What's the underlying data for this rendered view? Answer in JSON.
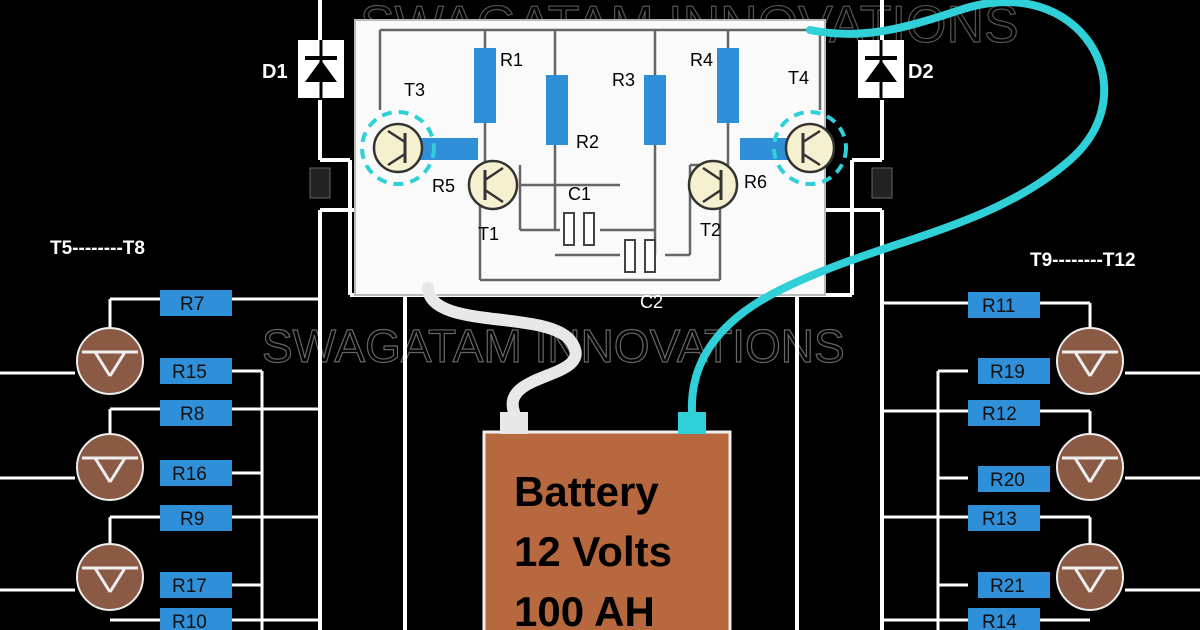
{
  "watermark_top": "SWAGATAM INNOVATIONS",
  "watermark_mid": "SWAGATAM INNOVATIONS",
  "diodes": [
    {
      "label": "D1"
    },
    {
      "label": "D2"
    }
  ],
  "group_labels": {
    "left": "T5--------T8",
    "right": "T9--------T12"
  },
  "oscillator": {
    "resistors": [
      "R1",
      "R2",
      "R3",
      "R4",
      "R5",
      "R6"
    ],
    "transistors": [
      "T1",
      "T2",
      "T3",
      "T4"
    ],
    "capacitors": [
      "C1",
      "C2"
    ]
  },
  "left_bank": [
    "R7",
    "R15",
    "R8",
    "R16",
    "R9",
    "R17",
    "R10"
  ],
  "right_bank": [
    "R11",
    "R19",
    "R12",
    "R20",
    "R13",
    "R21",
    "R14"
  ],
  "battery": {
    "line1": "Battery",
    "line2": "12 Volts",
    "line3": "100 AH"
  },
  "colors": {
    "background": "#000000",
    "wire": "#ffffff",
    "resistor_box": "#2f8fd8",
    "transistor": "#8a5a44",
    "battery": "#b8683f",
    "cyan_lead": "#2fd0d8",
    "white_lead": "#e8e8e8"
  }
}
